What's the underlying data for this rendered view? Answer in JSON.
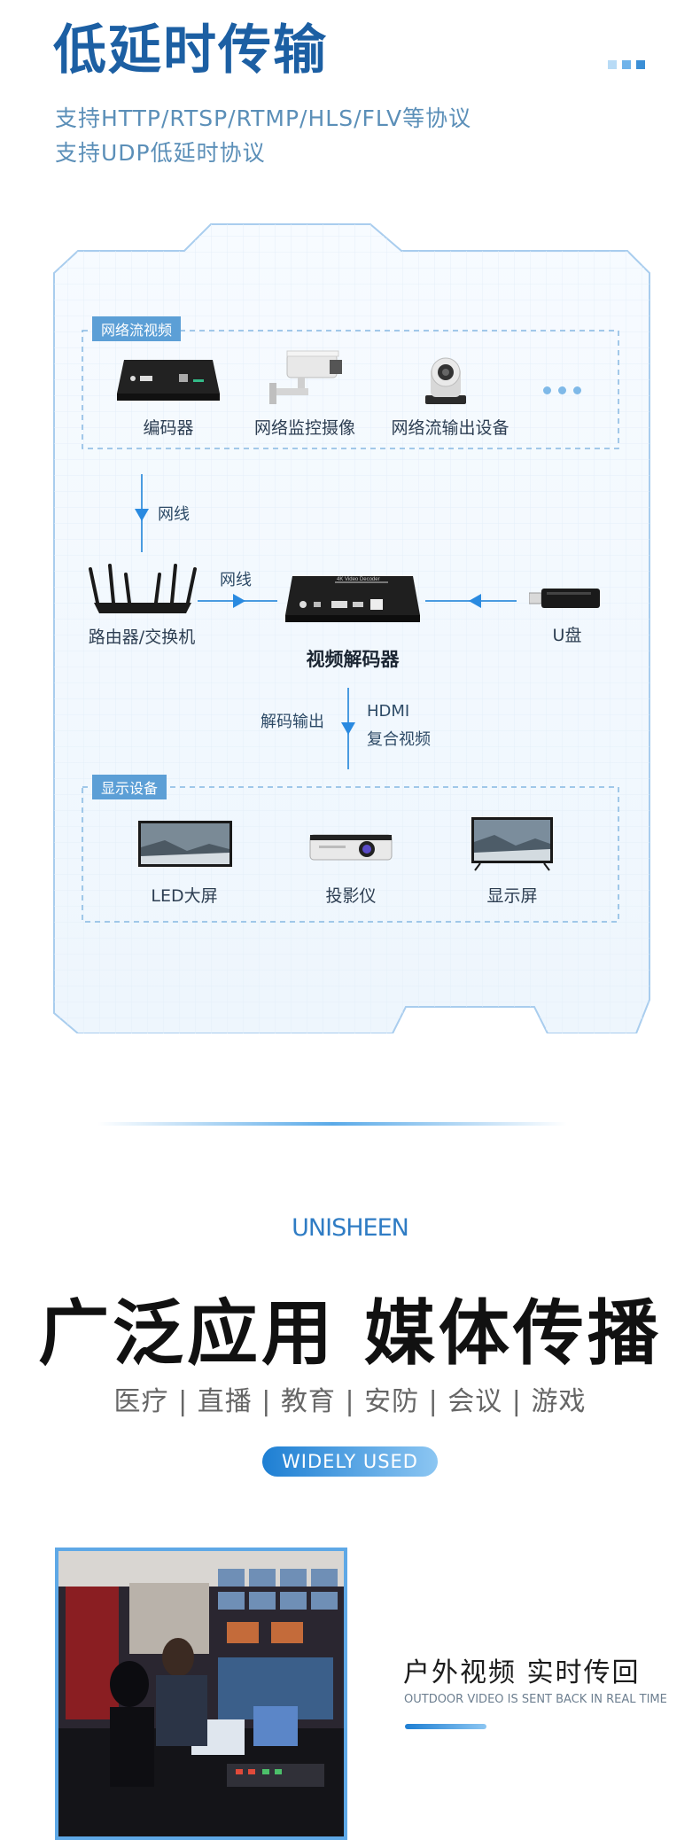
{
  "header": {
    "title": "低延时传输",
    "line1": "支持HTTP/RTSP/RTMP/HLS/FLV等协议",
    "line2": "支持UDP低延时协议"
  },
  "diagram": {
    "source_box_label": "网络流视频",
    "sources": [
      "编码器",
      "网络监控摄像",
      "网络流输出设备"
    ],
    "net_label_1": "网线",
    "net_label_2": "网线",
    "router_label": "路由器/交换机",
    "decoder_label": "视频解码器",
    "decoder_faceplate": "4K Video Decoder",
    "usb_label": "U盘",
    "output_label": "解码输出",
    "hdmi_label": "HDMI",
    "composite_label": "复合视频",
    "display_box_label": "显示设备",
    "displays": [
      "LED大屏",
      "投影仪",
      "显示屏"
    ]
  },
  "section": {
    "brand": "UNISHEEN",
    "title": "广泛应用 媒体传播",
    "uses": "医疗 | 直播 | 教育 | 安防 | 会议 | 游戏",
    "pill": "WIDELY USED"
  },
  "feature": {
    "title": "户外视频 实时传回",
    "subtitle": "OUTDOOR VIDEO IS SENT BACK IN REAL TIME"
  },
  "colors": {
    "title_blue": "#1c5fa3",
    "accent_blue": "#2f7cc4",
    "label_blue": "#5c9fd6"
  }
}
